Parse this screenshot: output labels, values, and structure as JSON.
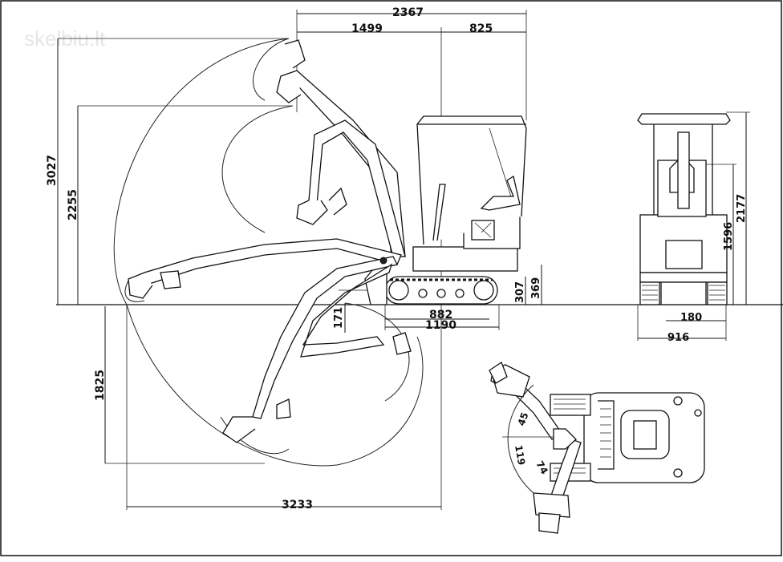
{
  "watermark": "skelbiu.lt",
  "dimensions": {
    "total_width": "2367",
    "boom_reach_front": "1499",
    "body_rear": "825",
    "max_dig_height": "3027",
    "max_dump_height": "2255",
    "max_dig_depth": "1825",
    "max_reach": "3233",
    "track_length": "882",
    "overall_track": "1190",
    "blade_lift": "171",
    "ground_clearance": "307",
    "blade_height": "369",
    "cab_height": "2177",
    "seat_height": "1596",
    "track_width": "180",
    "overall_width": "916",
    "swing_left_angle": "45",
    "swing_total_angle": "119",
    "swing_right_angle": "74"
  }
}
